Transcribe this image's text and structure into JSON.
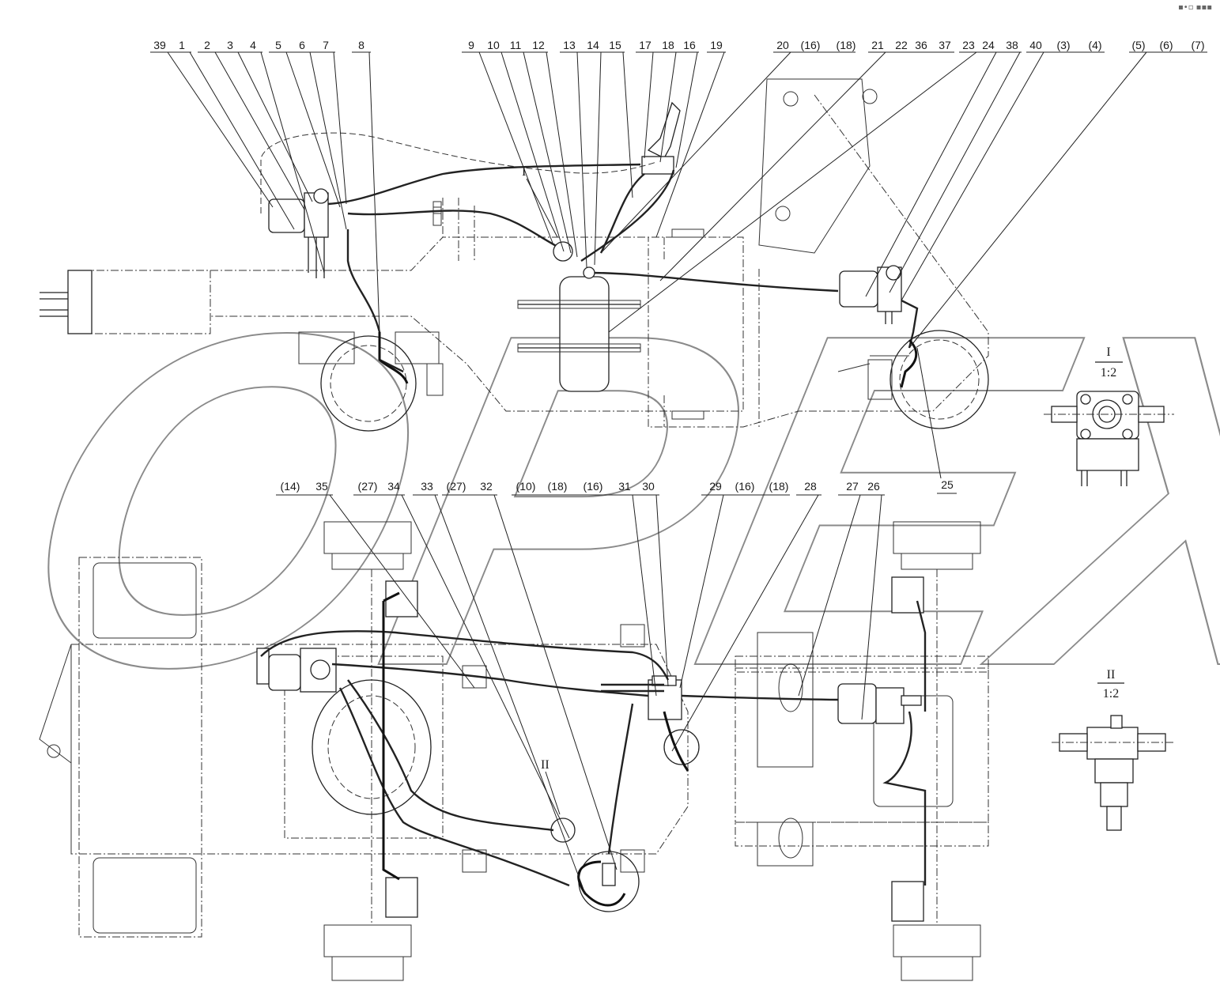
{
  "watermark": "ОРЕХ",
  "corner_mark": "▪•▫ ▪▪▪",
  "top_labels": [
    "39",
    "1",
    "2",
    "3",
    "4",
    "5",
    "6",
    "7",
    "8",
    "9",
    "10",
    "11",
    "12",
    "13",
    "14",
    "15",
    "17",
    "18",
    "16",
    "19",
    "20",
    "(16)",
    "(18)",
    "21",
    "22",
    "36",
    "37",
    "23",
    "24",
    "38",
    "40",
    "(3)",
    "(4)",
    "(5)",
    "(6)",
    "(7)"
  ],
  "bottom_labels": [
    "(14)",
    "35",
    "(27)",
    "34",
    "33",
    "(27)",
    "32",
    "(10)",
    "(18)",
    "(16)",
    "31",
    "30",
    "29",
    "(16)",
    "(18)",
    "28",
    "27",
    "26"
  ],
  "side_label_25": "25",
  "view_I": {
    "mark": "I",
    "top": "I",
    "bottom": "1:2"
  },
  "view_II": {
    "mark": "II",
    "top": "II",
    "bottom": "1:2"
  }
}
